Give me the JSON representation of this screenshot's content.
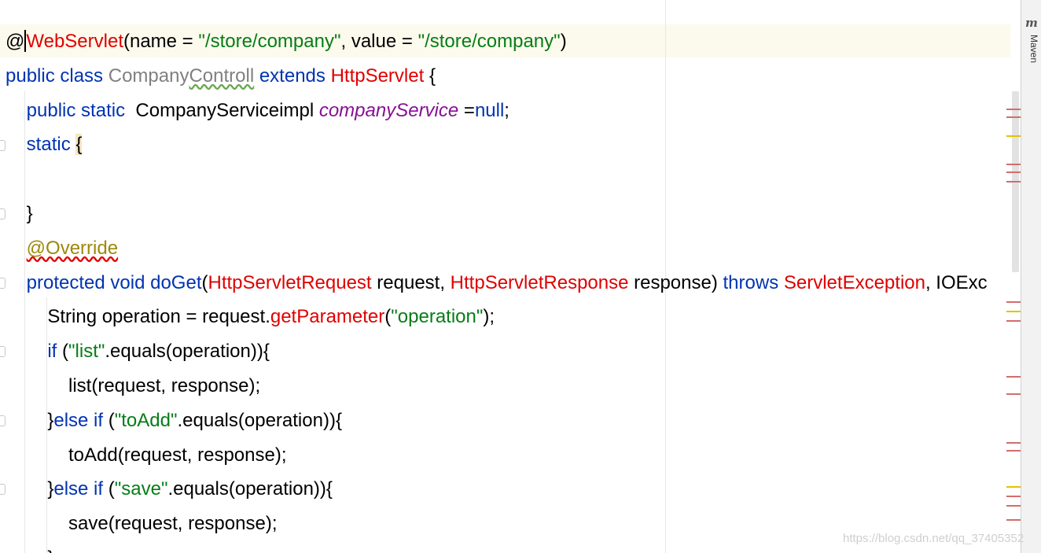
{
  "editor": {
    "lines": [
      {
        "parts": [
          {
            "t": "@",
            "c": ""
          },
          {
            "t": "CARET",
            "c": "caret"
          },
          {
            "t": "WebServlet",
            "c": "err"
          },
          {
            "t": "(name = ",
            "c": ""
          },
          {
            "t": "\"/store/company\"",
            "c": "str"
          },
          {
            "t": ", value = ",
            "c": ""
          },
          {
            "t": "\"/store/company\"",
            "c": "str"
          },
          {
            "t": ")",
            "c": ""
          }
        ]
      },
      {
        "parts": [
          {
            "t": "public class ",
            "c": "kw"
          },
          {
            "t": "Company",
            "c": "cls-unused"
          },
          {
            "t": "Controll",
            "c": "cls-unused squiggle-green"
          },
          {
            "t": " extends ",
            "c": "kw"
          },
          {
            "t": "HttpServlet",
            "c": "err"
          },
          {
            "t": " {",
            "c": ""
          }
        ]
      },
      {
        "parts": [
          {
            "t": "    public static  ",
            "c": "kw"
          },
          {
            "t": "CompanyServiceimpl ",
            "c": ""
          },
          {
            "t": "companyService",
            "c": "field"
          },
          {
            "t": " =",
            "c": ""
          },
          {
            "t": "null",
            "c": "kw"
          },
          {
            "t": ";",
            "c": ""
          }
        ]
      },
      {
        "parts": [
          {
            "t": "    static ",
            "c": "kw"
          },
          {
            "t": "{",
            "c": "brace-match"
          }
        ]
      },
      {
        "parts": [
          {
            "t": " ",
            "c": ""
          }
        ]
      },
      {
        "parts": [
          {
            "t": "    }",
            "c": ""
          }
        ]
      },
      {
        "parts": [
          {
            "t": "    ",
            "c": ""
          },
          {
            "t": "@Override",
            "c": "ann squiggle-red"
          }
        ]
      },
      {
        "parts": [
          {
            "t": "    protected void ",
            "c": "kw"
          },
          {
            "t": "doGet",
            "c": "kw"
          },
          {
            "t": "(",
            "c": ""
          },
          {
            "t": "HttpServletRequest",
            "c": "err"
          },
          {
            "t": " request, ",
            "c": ""
          },
          {
            "t": "HttpServletResponse",
            "c": "err"
          },
          {
            "t": " response) ",
            "c": ""
          },
          {
            "t": "throws ",
            "c": "kw"
          },
          {
            "t": "ServletException",
            "c": "err"
          },
          {
            "t": ", IOExc",
            "c": ""
          }
        ]
      },
      {
        "parts": [
          {
            "t": "        String operation = request.",
            "c": ""
          },
          {
            "t": "getParameter",
            "c": "err"
          },
          {
            "t": "(",
            "c": ""
          },
          {
            "t": "\"operation\"",
            "c": "str"
          },
          {
            "t": ");",
            "c": ""
          }
        ]
      },
      {
        "parts": [
          {
            "t": "        ",
            "c": ""
          },
          {
            "t": "if",
            "c": "kw"
          },
          {
            "t": " (",
            "c": ""
          },
          {
            "t": "\"list\"",
            "c": "str"
          },
          {
            "t": ".equals(operation)){",
            "c": ""
          }
        ]
      },
      {
        "parts": [
          {
            "t": "            list(request, response);",
            "c": ""
          }
        ]
      },
      {
        "parts": [
          {
            "t": "        }",
            "c": ""
          },
          {
            "t": "else if",
            "c": "kw"
          },
          {
            "t": " (",
            "c": ""
          },
          {
            "t": "\"toAdd\"",
            "c": "str"
          },
          {
            "t": ".equals(operation)){",
            "c": ""
          }
        ]
      },
      {
        "parts": [
          {
            "t": "            toAdd(request, response);",
            "c": ""
          }
        ]
      },
      {
        "parts": [
          {
            "t": "        }",
            "c": ""
          },
          {
            "t": "else if",
            "c": "kw"
          },
          {
            "t": " (",
            "c": ""
          },
          {
            "t": "\"save\"",
            "c": "str"
          },
          {
            "t": ".equals(operation)){",
            "c": ""
          }
        ]
      },
      {
        "parts": [
          {
            "t": "            save(request, response);",
            "c": ""
          }
        ]
      },
      {
        "parts": [
          {
            "t": "        }",
            "c": ""
          }
        ]
      }
    ]
  },
  "tool_window": {
    "maven_icon": "m",
    "maven_label": "Maven"
  },
  "watermark": "https://blog.csdn.net/qq_37405352",
  "colors": {
    "keyword": "#0033b3",
    "string": "#067d17",
    "annotation": "#9e880d",
    "error": "#e00000",
    "unused": "#808080",
    "field": "#871094",
    "current_line": "#fcfaed"
  }
}
